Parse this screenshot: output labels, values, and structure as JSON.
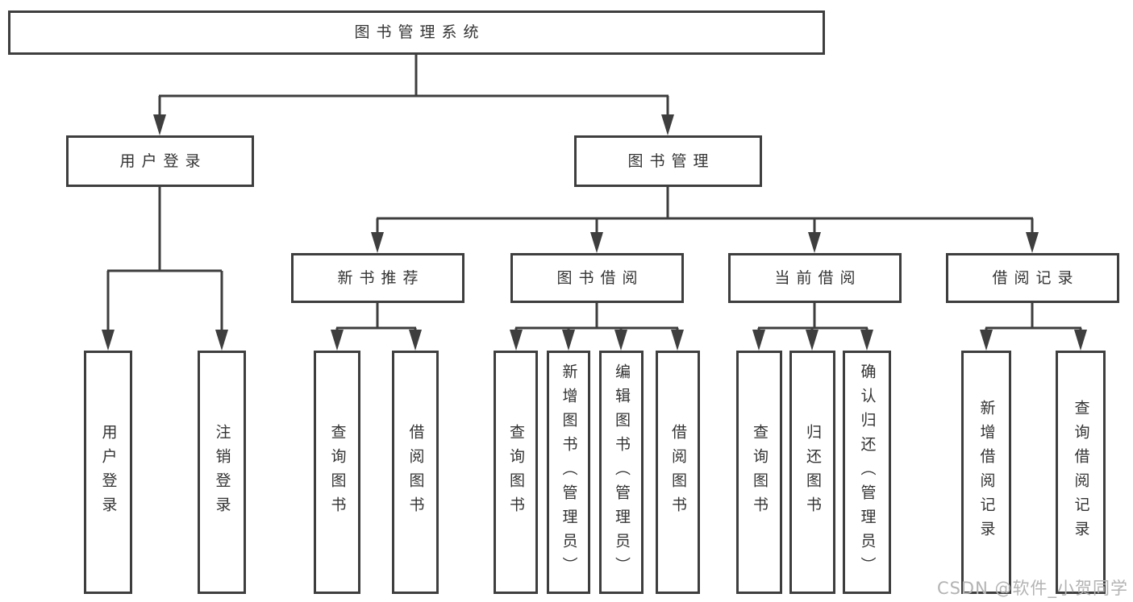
{
  "diagram": {
    "tree": {
      "label": "图书管理系统",
      "children": [
        {
          "label": "用户登录",
          "children": [
            {
              "label": "用户登录"
            },
            {
              "label": "注销登录"
            }
          ]
        },
        {
          "label": "图书管理",
          "children": [
            {
              "label": "新书推荐",
              "children": [
                {
                  "label": "查询图书"
                },
                {
                  "label": "借阅图书"
                }
              ]
            },
            {
              "label": "图书借阅",
              "children": [
                {
                  "label": "查询图书"
                },
                {
                  "label": "新增图书（管理员）"
                },
                {
                  "label": "编辑图书（管理员）"
                },
                {
                  "label": "借阅图书"
                }
              ]
            },
            {
              "label": "当前借阅",
              "children": [
                {
                  "label": "查询图书"
                },
                {
                  "label": "归还图书"
                },
                {
                  "label": "确认归还（管理员）"
                }
              ]
            },
            {
              "label": "借阅记录",
              "children": [
                {
                  "label": "新增借阅记录"
                },
                {
                  "label": "查询借阅记录"
                }
              ]
            }
          ]
        }
      ]
    }
  },
  "watermark": {
    "text": "CSDN @软件_小贺同学"
  },
  "colors": {
    "line": "#3e3e3e",
    "text": "#333333",
    "background": "#ffffff",
    "watermark": "#b3b3b3"
  }
}
